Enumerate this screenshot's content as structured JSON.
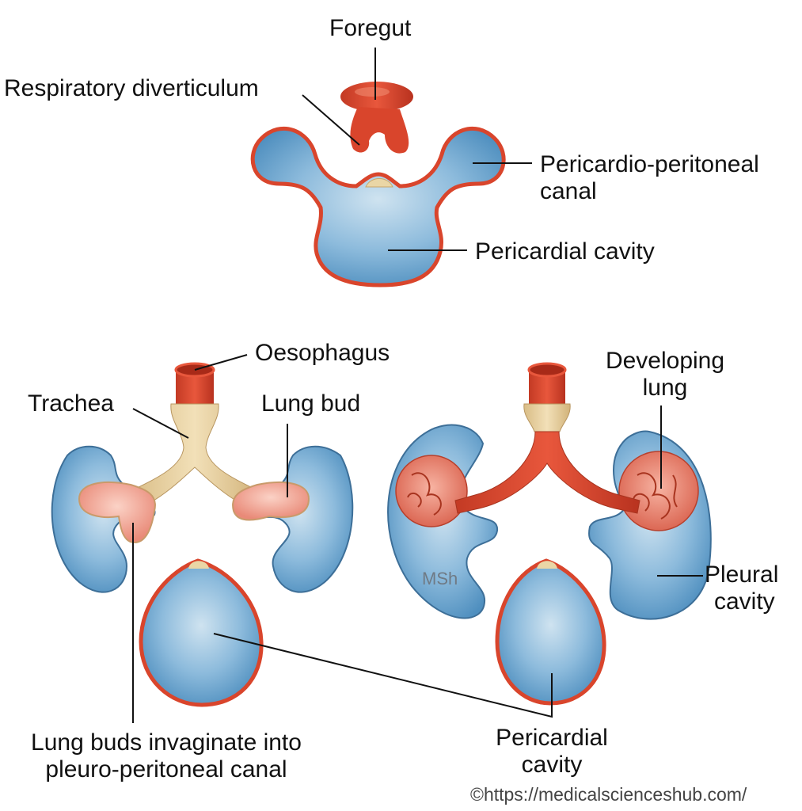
{
  "figure": {
    "title": "Development of the lungs and pleural cavities",
    "panels": {
      "top": {
        "labels": {
          "foregut": "Foregut",
          "respiratory_diverticulum": "Respiratory diverticulum",
          "pericardio_peritoneal_canal_line1": "Pericardio-peritoneal",
          "pericardio_peritoneal_canal_line2": "canal",
          "pericardial_cavity": "Pericardial cavity"
        }
      },
      "bottom_left": {
        "labels": {
          "oesophagus": "Oesophagus",
          "trachea": "Trachea",
          "lung_bud": "Lung bud",
          "invaginate_line1": "Lung buds invaginate into",
          "invaginate_line2": "pleuro-peritoneal canal"
        }
      },
      "bottom_right": {
        "labels": {
          "developing_lung_line1": "Developing",
          "developing_lung_line2": "lung",
          "pleural_cavity_line1": "Pleural",
          "pleural_cavity_line2": "cavity",
          "watermark": "MSh"
        }
      },
      "shared": {
        "pericardial_cavity_line1": "Pericardial",
        "pericardial_cavity_line2": "cavity"
      }
    },
    "credit": "©https://medicalscienceshub.com/",
    "colors": {
      "membrane_red": "#d9452c",
      "cavity_blue": "#7fb0d6",
      "trachea_beige": "#e6cfa0",
      "lung_pink": "#f0a090",
      "leader_line": "#111111"
    }
  }
}
